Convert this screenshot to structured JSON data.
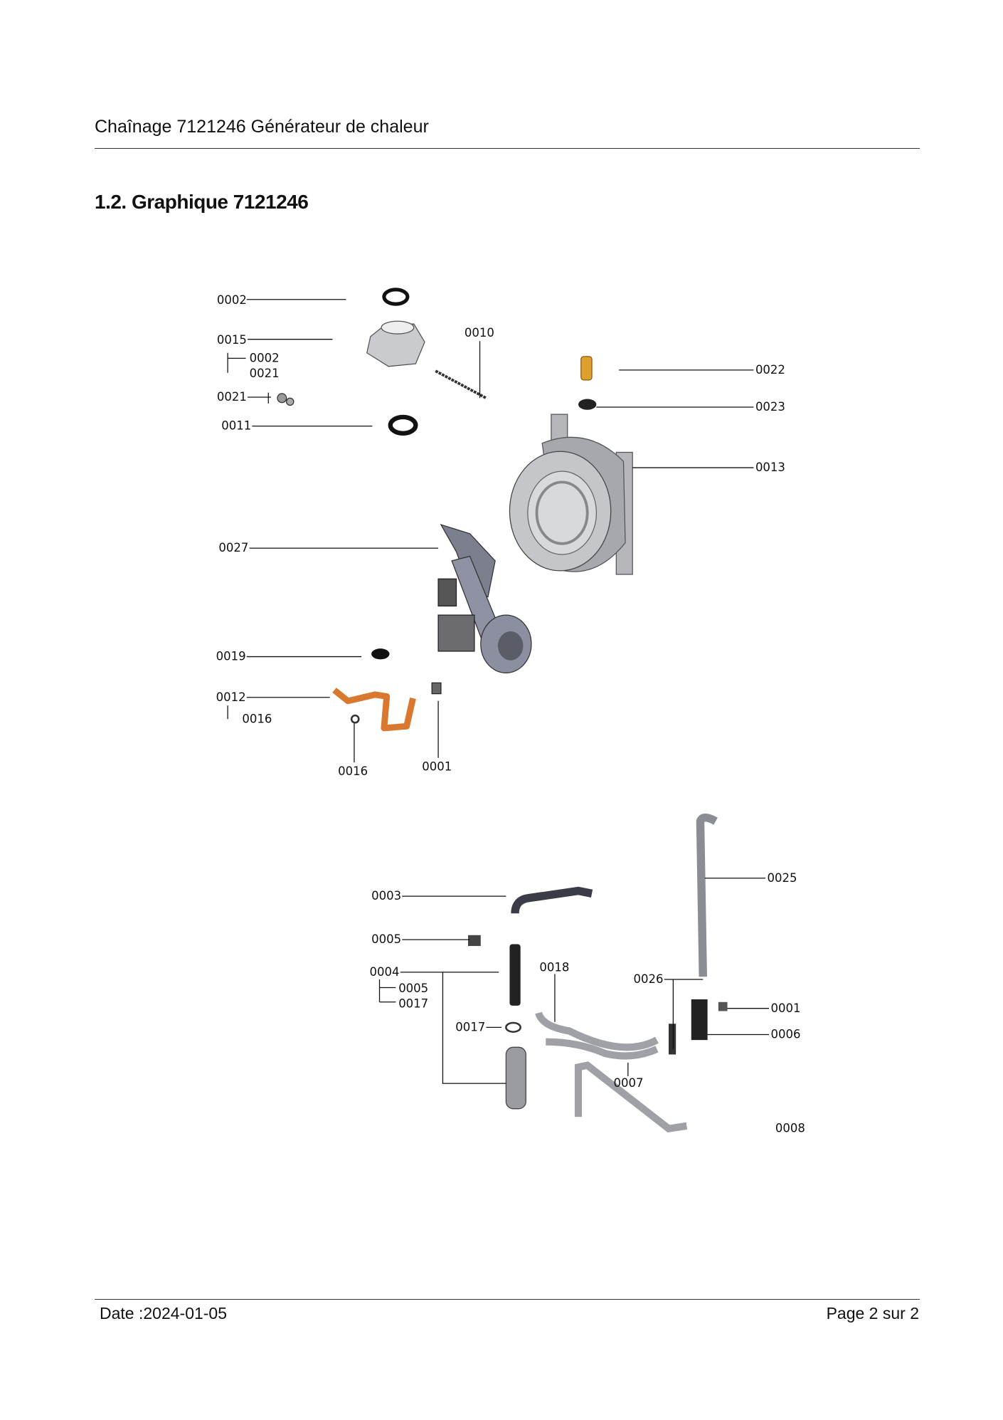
{
  "header": {
    "title": "Chaînage 7121246 Générateur de chaleur"
  },
  "section": {
    "heading": "1.2. Graphique 7121246"
  },
  "footer": {
    "date": "Date :2024-01-05",
    "page": "Page 2 sur  2"
  },
  "diagram": {
    "callouts": [
      "0002",
      "0015",
      "0002",
      "0021",
      "0021",
      "0011",
      "0010",
      "0022",
      "0023",
      "0013",
      "0027",
      "0019",
      "0012",
      "0016",
      "0016",
      "0001",
      "0003",
      "0005",
      "0004",
      "0005",
      "0017",
      "0018",
      "0017",
      "0025",
      "0026",
      "0001",
      "0006",
      "0007",
      "0008"
    ],
    "colors": {
      "copper": "#d9782f",
      "brass": "#e0a030",
      "metal": "#8a8d94",
      "dark": "#2a2a2e"
    }
  }
}
